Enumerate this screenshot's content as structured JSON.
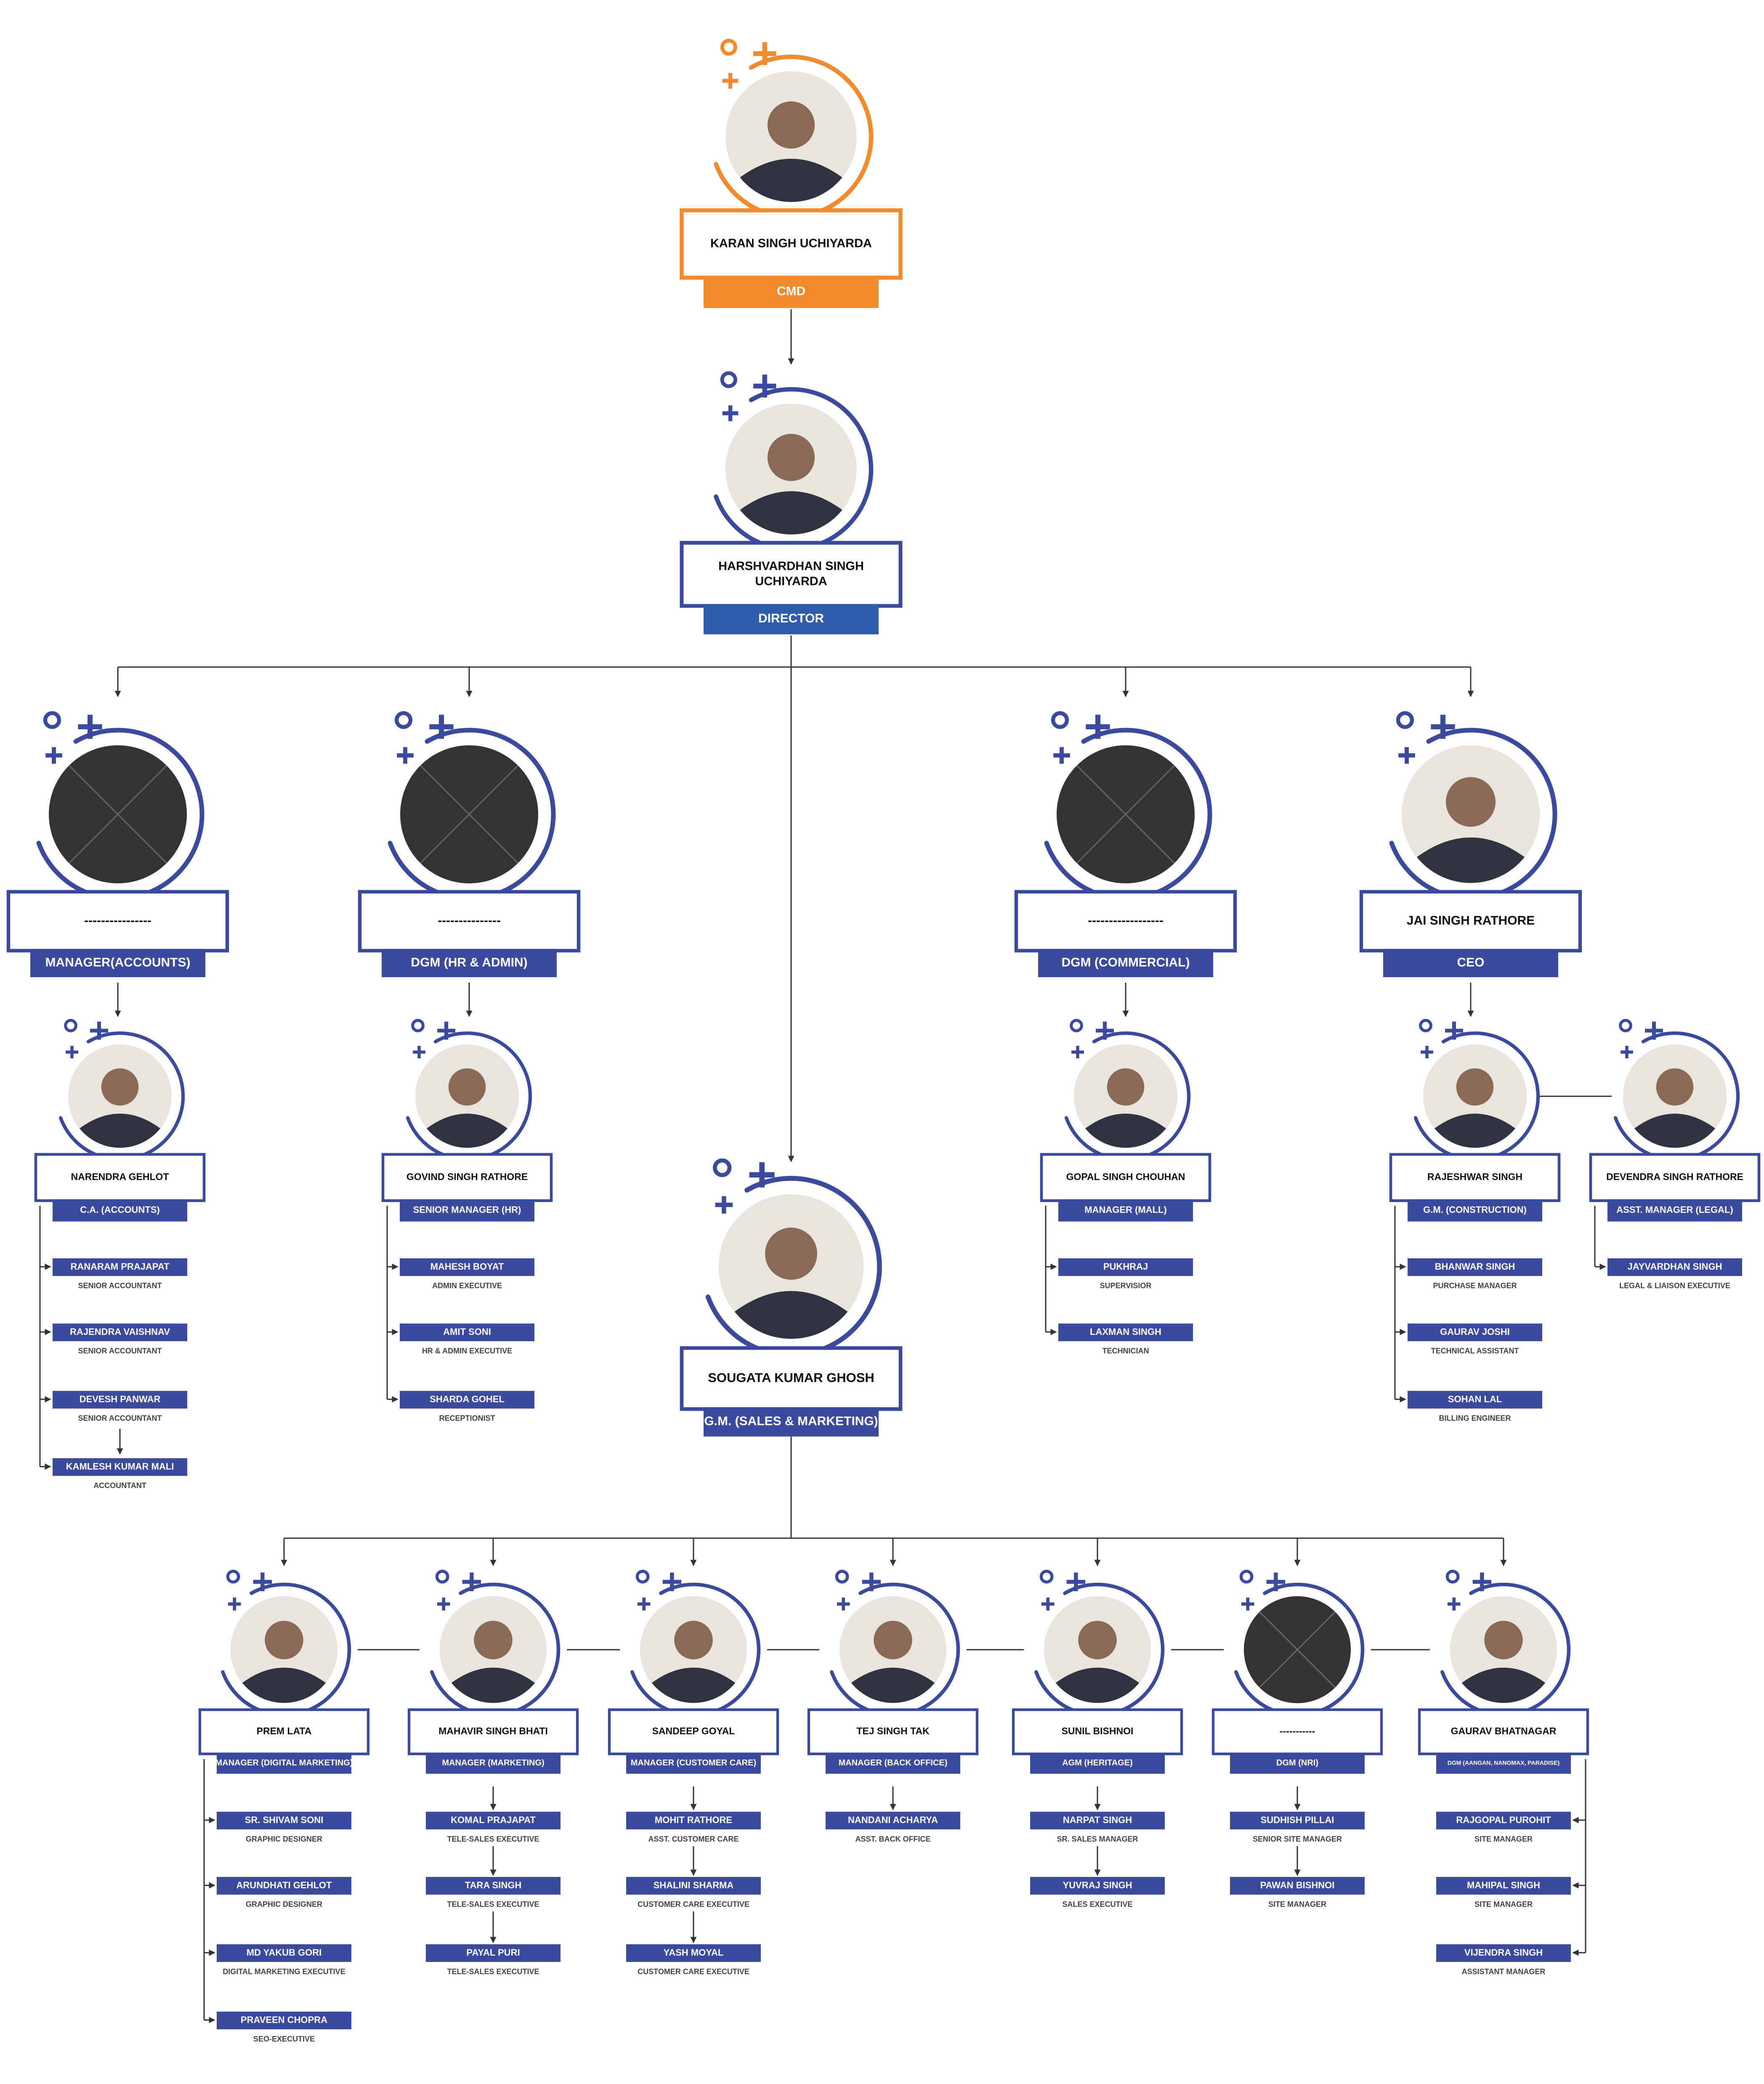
{
  "colors": {
    "navy": "#3b4a9c",
    "orange": "#f28a2e",
    "director_blue": "#2f5dab",
    "line": "#333333",
    "placeholder": "#333333",
    "text": "#111111",
    "caption": "#444444"
  },
  "top": {
    "cmd": {
      "name": "KARAN SINGH UCHIYARDA",
      "role": "CMD"
    },
    "director": {
      "name_line1": "HARSHVARDHAN SINGH",
      "name_line2": "UCHIYARDA",
      "role": "DIRECTOR"
    }
  },
  "heads": [
    {
      "name": "----------------",
      "role": "MANAGER(ACCOUNTS)",
      "photo": "placeholder"
    },
    {
      "name": "---------------",
      "role": "DGM (HR & ADMIN)",
      "photo": "placeholder"
    },
    {
      "name": "------------------",
      "role": "DGM (COMMERCIAL)",
      "photo": "placeholder"
    },
    {
      "name": "JAI SINGH RATHORE",
      "role": "CEO",
      "photo": "person"
    }
  ],
  "subheads": [
    {
      "name": "NARENDRA GEHLOT",
      "role": "C.A. (ACCOUNTS)",
      "staff": [
        {
          "name": "RANARAM  PRAJAPAT",
          "title": "SENIOR ACCOUNTANT"
        },
        {
          "name": "RAJENDRA VAISHNAV",
          "title": "SENIOR ACCOUNTANT"
        },
        {
          "name": "DEVESH PANWAR",
          "title": "SENIOR ACCOUNTANT"
        },
        {
          "name": "KAMLESH KUMAR MALI",
          "title": "ACCOUNTANT"
        }
      ]
    },
    {
      "name": "GOVIND SINGH RATHORE",
      "role": "SENIOR MANAGER (HR)",
      "staff": [
        {
          "name": "MAHESH BOYAT",
          "title": "ADMIN EXECUTIVE"
        },
        {
          "name": "AMIT SONI",
          "title": "HR & ADMIN EXECUTIVE"
        },
        {
          "name": "SHARDA GOHEL",
          "title": "RECEPTIONIST"
        }
      ]
    },
    {
      "name": "GOPAL SINGH CHOUHAN",
      "role": "MANAGER (MALL)",
      "staff": [
        {
          "name": "PUKHRAJ",
          "title": "SUPERVISIOR"
        },
        {
          "name": "LAXMAN SINGH",
          "title": "TECHNICIAN"
        }
      ]
    },
    {
      "name": "RAJESHWAR SINGH",
      "role": "G.M. (CONSTRUCTION)",
      "staff": [
        {
          "name": "BHANWAR SINGH",
          "title": "PURCHASE MANAGER"
        },
        {
          "name": "GAURAV JOSHI",
          "title": "TECHNICAL ASSISTANT"
        },
        {
          "name": "SOHAN LAL",
          "title": "BILLING ENGINEER"
        }
      ]
    },
    {
      "name": "DEVENDRA SINGH RATHORE",
      "role": "ASST. MANAGER (LEGAL)",
      "staff": [
        {
          "name": "JAYVARDHAN SINGH",
          "title": "LEGAL & LIAISON EXECUTIVE"
        }
      ]
    }
  ],
  "gm": {
    "name": "SOUGATA KUMAR GHOSH",
    "role": "G.M. (SALES & MARKETING)"
  },
  "sales": [
    {
      "name": "PREM LATA",
      "role": "MANAGER (DIGITAL MARKETING)",
      "photo": "person",
      "staff": [
        {
          "name": "SR. SHIVAM SONI",
          "title": "GRAPHIC DESIGNER"
        },
        {
          "name": "ARUNDHATI GEHLOT",
          "title": "GRAPHIC DESIGNER"
        },
        {
          "name": "MD YAKUB GORI",
          "title": "DIGITAL MARKETING EXECUTIVE"
        },
        {
          "name": "PRAVEEN CHOPRA",
          "title": "SEO-EXECUTIVE"
        }
      ]
    },
    {
      "name": "MAHAVIR SINGH BHATI",
      "role": "MANAGER (MARKETING)",
      "photo": "person",
      "staff": [
        {
          "name": "KOMAL PRAJAPAT",
          "title": "TELE-SALES EXECUTIVE"
        },
        {
          "name": "TARA SINGH",
          "title": "TELE-SALES EXECUTIVE"
        },
        {
          "name": "PAYAL PURI",
          "title": "TELE-SALES EXECUTIVE"
        }
      ]
    },
    {
      "name": "SANDEEP GOYAL",
      "role": "MANAGER (CUSTOMER CARE)",
      "photo": "person",
      "staff": [
        {
          "name": "MOHIT RATHORE",
          "title": "ASST. CUSTOMER CARE"
        },
        {
          "name": "SHALINI SHARMA",
          "title": "CUSTOMER CARE EXECUTIVE"
        },
        {
          "name": "YASH MOYAL",
          "title": "CUSTOMER CARE EXECUTIVE"
        }
      ]
    },
    {
      "name": "TEJ SINGH TAK",
      "role": "MANAGER (BACK OFFICE)",
      "photo": "person",
      "staff": [
        {
          "name": "NANDANI ACHARYA",
          "title": "ASST. BACK OFFICE"
        }
      ]
    },
    {
      "name": "SUNIL BISHNOI",
      "role": "AGM (HERITAGE)",
      "photo": "person",
      "staff": [
        {
          "name": "NARPAT SINGH",
          "title": "SR. SALES MANAGER"
        },
        {
          "name": "YUVRAJ SINGH",
          "title": "SALES EXECUTIVE"
        }
      ]
    },
    {
      "name": "-----------",
      "role": "DGM (NRI)",
      "photo": "placeholder",
      "staff": [
        {
          "name": "SUDHISH PILLAI",
          "title": "SENIOR SITE MANAGER"
        },
        {
          "name": "PAWAN BISHNOI",
          "title": "SITE MANAGER"
        }
      ]
    },
    {
      "name": "GAURAV BHATNAGAR",
      "role": "DGM (AANGAN, NANOMAX, PARADISE)",
      "photo": "person",
      "staff": [
        {
          "name": "RAJGOPAL PUROHIT",
          "title": "SITE MANAGER"
        },
        {
          "name": "MAHIPAL SINGH",
          "title": "SITE MANAGER"
        },
        {
          "name": "VIJENDRA SINGH",
          "title": "ASSISTANT MANAGER"
        }
      ]
    }
  ]
}
